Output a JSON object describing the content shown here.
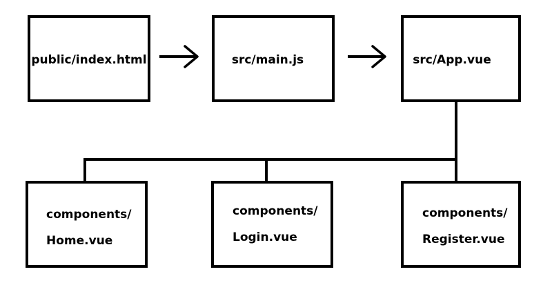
{
  "diagram": {
    "nodes": {
      "index_html": {
        "lines": [
          "public/index.html"
        ]
      },
      "main_js": {
        "lines": [
          "src/main.js"
        ]
      },
      "app_vue": {
        "lines": [
          "src/App.vue"
        ]
      },
      "home_vue": {
        "lines": [
          "components/",
          "Home.vue"
        ]
      },
      "login_vue": {
        "lines": [
          "components/",
          "Login.vue"
        ]
      },
      "register_vue": {
        "lines": [
          "components/",
          "Register.vue"
        ]
      }
    },
    "edges": [
      {
        "from": "index_html",
        "to": "main_js",
        "style": "arrow"
      },
      {
        "from": "main_js",
        "to": "app_vue",
        "style": "arrow"
      },
      {
        "from": "app_vue",
        "to": "home_vue",
        "style": "tree-line"
      },
      {
        "from": "app_vue",
        "to": "login_vue",
        "style": "tree-line"
      },
      {
        "from": "app_vue",
        "to": "register_vue",
        "style": "tree-line"
      }
    ]
  }
}
